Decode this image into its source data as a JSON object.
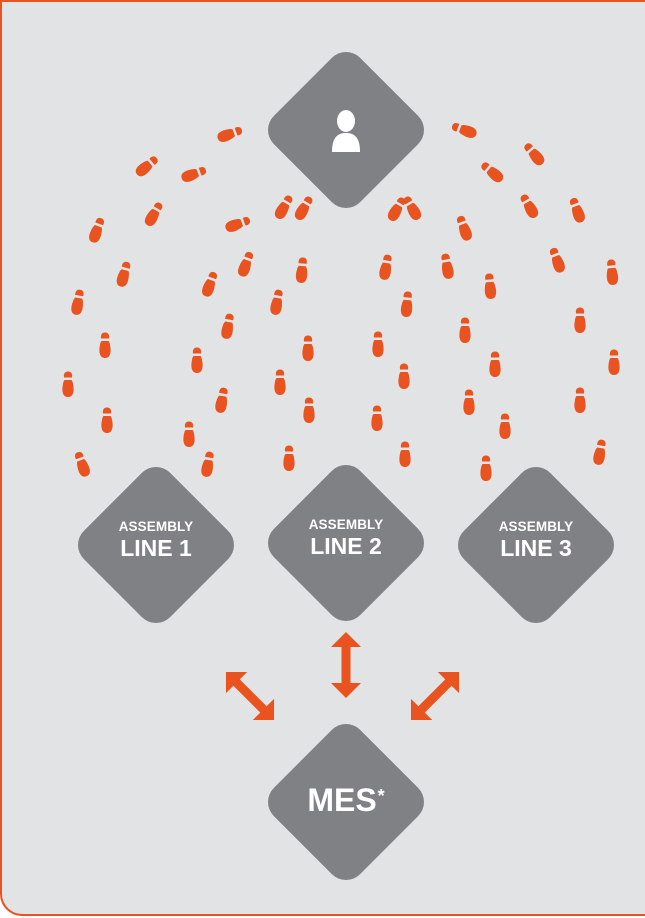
{
  "nodes": {
    "operator": {
      "icon": "person-icon"
    },
    "line1": {
      "small": "ASSEMBLY",
      "big": "LINE 1"
    },
    "line2": {
      "small": "ASSEMBLY",
      "big": "LINE 2"
    },
    "line3": {
      "small": "ASSEMBLY",
      "big": "LINE 3"
    },
    "mes": {
      "text": "MES",
      "superscript": "*"
    }
  },
  "colors": {
    "background": "#e2e3e5",
    "border": "#e8531f",
    "diamond": "#808184",
    "accent": "#e8531f",
    "text": "#ffffff"
  },
  "icons": [
    "person-icon",
    "footprint-icon",
    "double-arrow-icon"
  ]
}
